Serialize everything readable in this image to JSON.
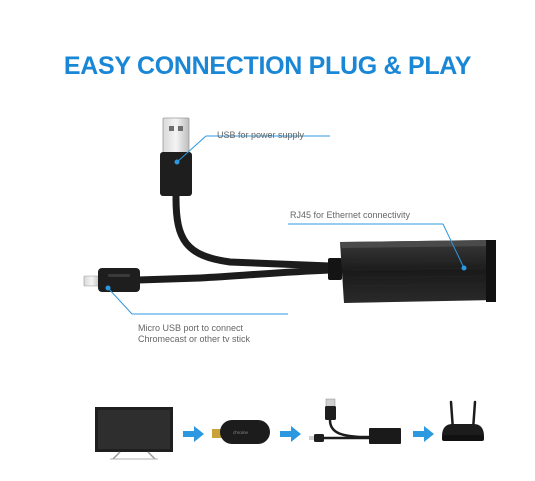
{
  "title": "EASY CONNECTION PLUG & PLAY",
  "callouts": {
    "usb_power": "USB for power supply",
    "rj45": "RJ45 for Ethernet connectivity",
    "micro_usb_line1": "Micro USB port to connect",
    "micro_usb_line2": "Chromecast or other tv stick"
  },
  "flow": {
    "steps": [
      "tv-icon",
      "chromecast-icon",
      "adapter-icon",
      "router-icon"
    ],
    "arrow_color": "#2b98e0"
  },
  "colors": {
    "title": "#1a87d6",
    "callout_line": "#2b98e0",
    "callout_text": "#666666",
    "device": "#1c1c1c"
  }
}
